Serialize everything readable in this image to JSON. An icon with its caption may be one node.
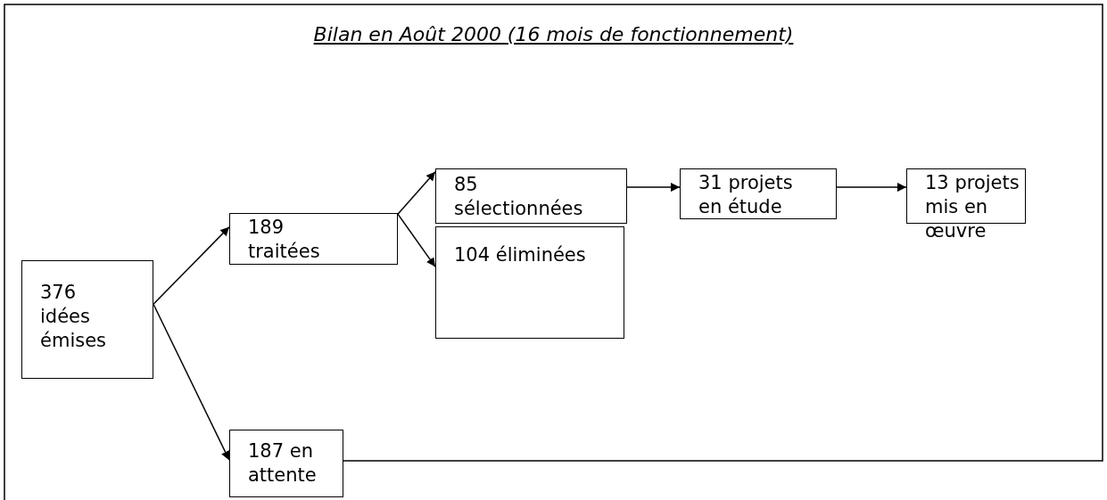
{
  "diagram": {
    "title": "Bilan en Août 2000 (16 mois de fonctionnement)",
    "nodes": [
      {
        "text": [
          "376 idées émises"
        ]
      },
      {
        "text": [
          "189 traitées"
        ]
      },
      {
        "text": [
          "187 en attente"
        ]
      },
      {
        "text": [
          "85 sélectionnées"
        ]
      },
      {
        "text": [
          "104 éliminées"
        ]
      },
      {
        "text": [
          "31 projets en étude"
        ]
      },
      {
        "text": [
          "13 projets mis en œuvre"
        ]
      }
    ],
    "edges": [
      {
        "from": 0,
        "to": 1,
        "arrow": "to"
      },
      {
        "from": 0,
        "to": 2,
        "arrow": "to"
      },
      {
        "from": 1,
        "to": 3,
        "arrow": "to"
      },
      {
        "from": 1,
        "to": 4,
        "arrow": "to"
      },
      {
        "from": 3,
        "to": 5,
        "arrow": "to"
      },
      {
        "from": 5,
        "to": 6,
        "arrow": "to"
      }
    ]
  }
}
